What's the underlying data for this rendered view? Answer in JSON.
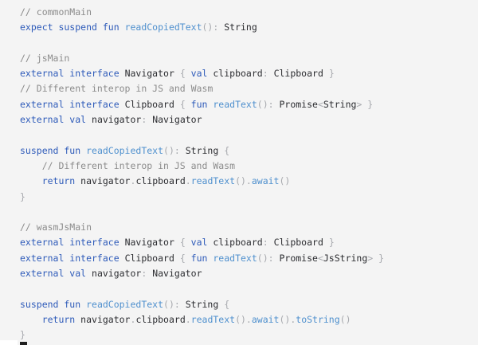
{
  "code_block": {
    "language": "kotlin",
    "colors": {
      "kw": "#2d5ab9",
      "fn": "#4f90ce",
      "txt": "#2b2c30",
      "pun": "#a6a8ad",
      "com": "#8c8c8c",
      "background": "#f4f4f4",
      "page_background": "#ffffff",
      "fragment": "#202020"
    },
    "lines": [
      {
        "tokens": [
          {
            "t": "// commonMain",
            "c": "com"
          }
        ]
      },
      {
        "tokens": [
          {
            "t": "expect suspend fun ",
            "c": "kw"
          },
          {
            "t": "readCopiedText",
            "c": "fn"
          },
          {
            "t": "():",
            "c": "pun"
          },
          {
            "t": " String",
            "c": "txt"
          }
        ]
      },
      {
        "tokens": []
      },
      {
        "tokens": [
          {
            "t": "// jsMain",
            "c": "com"
          }
        ]
      },
      {
        "tokens": [
          {
            "t": "external interface ",
            "c": "kw"
          },
          {
            "t": "Navigator ",
            "c": "txt"
          },
          {
            "t": "{ ",
            "c": "pun"
          },
          {
            "t": "val",
            "c": "kw"
          },
          {
            "t": " clipboard",
            "c": "txt"
          },
          {
            "t": ":",
            "c": "pun"
          },
          {
            "t": " Clipboard ",
            "c": "txt"
          },
          {
            "t": "}",
            "c": "pun"
          }
        ]
      },
      {
        "tokens": [
          {
            "t": "// Different interop in JS and Wasm",
            "c": "com"
          }
        ]
      },
      {
        "tokens": [
          {
            "t": "external interface ",
            "c": "kw"
          },
          {
            "t": "Clipboard ",
            "c": "txt"
          },
          {
            "t": "{ ",
            "c": "pun"
          },
          {
            "t": "fun ",
            "c": "kw"
          },
          {
            "t": "readText",
            "c": "fn"
          },
          {
            "t": "():",
            "c": "pun"
          },
          {
            "t": " Promise",
            "c": "txt"
          },
          {
            "t": "<",
            "c": "pun"
          },
          {
            "t": "String",
            "c": "txt"
          },
          {
            "t": "> }",
            "c": "pun"
          }
        ]
      },
      {
        "tokens": [
          {
            "t": "external val",
            "c": "kw"
          },
          {
            "t": " navigator",
            "c": "txt"
          },
          {
            "t": ":",
            "c": "pun"
          },
          {
            "t": " Navigator",
            "c": "txt"
          }
        ]
      },
      {
        "tokens": []
      },
      {
        "tokens": [
          {
            "t": "suspend fun ",
            "c": "kw"
          },
          {
            "t": "readCopiedText",
            "c": "fn"
          },
          {
            "t": "():",
            "c": "pun"
          },
          {
            "t": " String ",
            "c": "txt"
          },
          {
            "t": "{",
            "c": "pun"
          }
        ]
      },
      {
        "tokens": [
          {
            "t": "    // Different interop in JS and Wasm",
            "c": "com"
          }
        ]
      },
      {
        "tokens": [
          {
            "t": "    return",
            "c": "kw"
          },
          {
            "t": " navigator",
            "c": "txt"
          },
          {
            "t": ".",
            "c": "pun"
          },
          {
            "t": "clipboard",
            "c": "txt"
          },
          {
            "t": ".",
            "c": "pun"
          },
          {
            "t": "readText",
            "c": "fn"
          },
          {
            "t": "().",
            "c": "pun"
          },
          {
            "t": "await",
            "c": "fn"
          },
          {
            "t": "()",
            "c": "pun"
          }
        ]
      },
      {
        "tokens": [
          {
            "t": "}",
            "c": "pun"
          }
        ]
      },
      {
        "tokens": []
      },
      {
        "tokens": [
          {
            "t": "// wasmJsMain",
            "c": "com"
          }
        ]
      },
      {
        "tokens": [
          {
            "t": "external interface ",
            "c": "kw"
          },
          {
            "t": "Navigator ",
            "c": "txt"
          },
          {
            "t": "{ ",
            "c": "pun"
          },
          {
            "t": "val",
            "c": "kw"
          },
          {
            "t": " clipboard",
            "c": "txt"
          },
          {
            "t": ":",
            "c": "pun"
          },
          {
            "t": " Clipboard ",
            "c": "txt"
          },
          {
            "t": "}",
            "c": "pun"
          }
        ]
      },
      {
        "tokens": [
          {
            "t": "external interface ",
            "c": "kw"
          },
          {
            "t": "Clipboard ",
            "c": "txt"
          },
          {
            "t": "{ ",
            "c": "pun"
          },
          {
            "t": "fun ",
            "c": "kw"
          },
          {
            "t": "readText",
            "c": "fn"
          },
          {
            "t": "():",
            "c": "pun"
          },
          {
            "t": " Promise",
            "c": "txt"
          },
          {
            "t": "<",
            "c": "pun"
          },
          {
            "t": "JsString",
            "c": "txt"
          },
          {
            "t": "> }",
            "c": "pun"
          }
        ]
      },
      {
        "tokens": [
          {
            "t": "external val",
            "c": "kw"
          },
          {
            "t": " navigator",
            "c": "txt"
          },
          {
            "t": ":",
            "c": "pun"
          },
          {
            "t": " Navigator",
            "c": "txt"
          }
        ]
      },
      {
        "tokens": []
      },
      {
        "tokens": [
          {
            "t": "suspend fun ",
            "c": "kw"
          },
          {
            "t": "readCopiedText",
            "c": "fn"
          },
          {
            "t": "():",
            "c": "pun"
          },
          {
            "t": " String ",
            "c": "txt"
          },
          {
            "t": "{",
            "c": "pun"
          }
        ]
      },
      {
        "tokens": [
          {
            "t": "    return",
            "c": "kw"
          },
          {
            "t": " navigator",
            "c": "txt"
          },
          {
            "t": ".",
            "c": "pun"
          },
          {
            "t": "clipboard",
            "c": "txt"
          },
          {
            "t": ".",
            "c": "pun"
          },
          {
            "t": "readText",
            "c": "fn"
          },
          {
            "t": "().",
            "c": "pun"
          },
          {
            "t": "await",
            "c": "fn"
          },
          {
            "t": "().",
            "c": "pun"
          },
          {
            "t": "toString",
            "c": "fn"
          },
          {
            "t": "()",
            "c": "pun"
          }
        ]
      },
      {
        "tokens": [
          {
            "t": "}",
            "c": "pun"
          }
        ]
      }
    ]
  }
}
